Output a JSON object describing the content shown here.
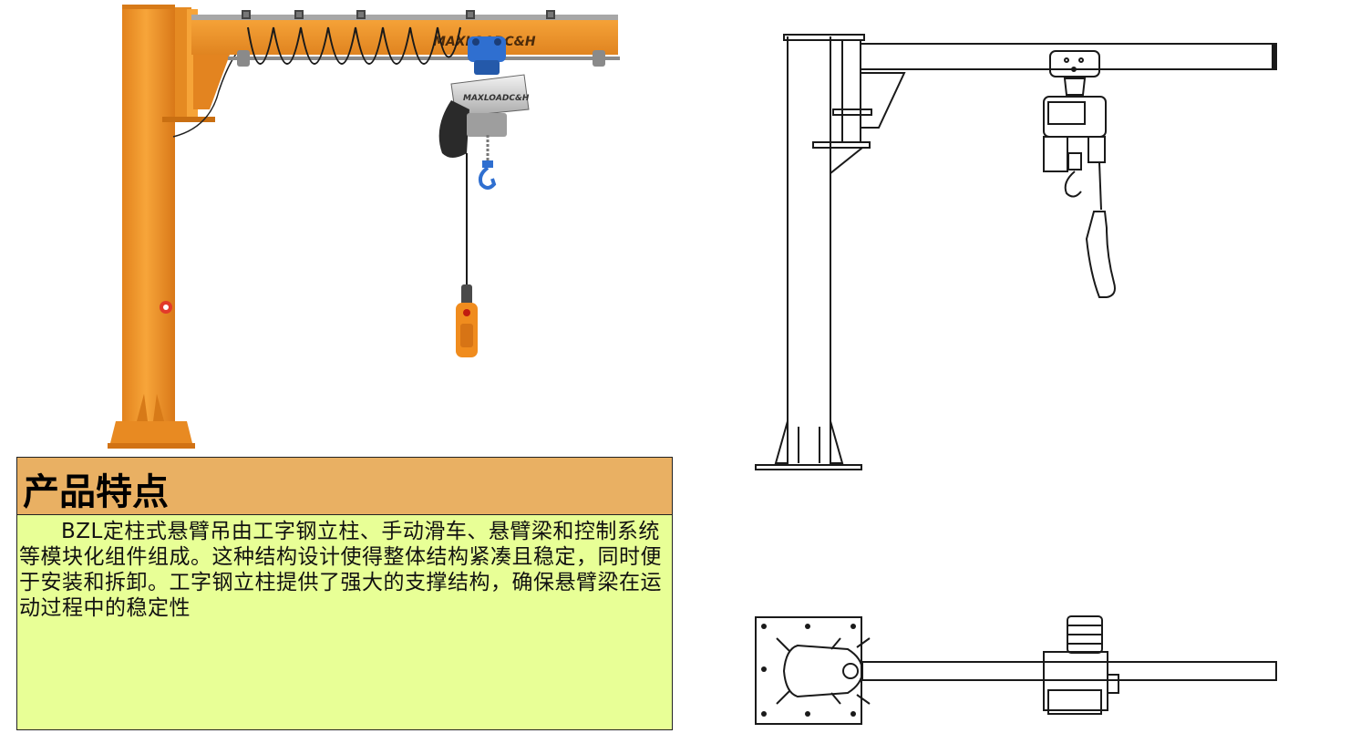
{
  "brand": {
    "beam_logo": "MAXLOADC&H",
    "hoist_logo": "MAXLOADC&H"
  },
  "panel": {
    "title": "产品特点",
    "body": "BZL定柱式悬臂吊由工字钢立柱、手动滑车、悬臂梁和控制系统等模块化组件组成。这种结构设计使得整体结构紧凑且稳定，同时便于安装和拆卸。工字钢立柱提供了强大的支撑结构，确保悬臂梁在运动过程中的稳定性"
  },
  "colors": {
    "crane_orange": "#f0962a",
    "crane_orange_dark": "#c96f12",
    "trolley_blue": "#2f6fd0",
    "panel_header": "#e9b063",
    "panel_body": "#e8ff96"
  },
  "icons": {
    "product_photo": "jib-crane-illustration",
    "side_view": "jib-crane-side-drawing",
    "top_view": "jib-crane-top-drawing"
  }
}
